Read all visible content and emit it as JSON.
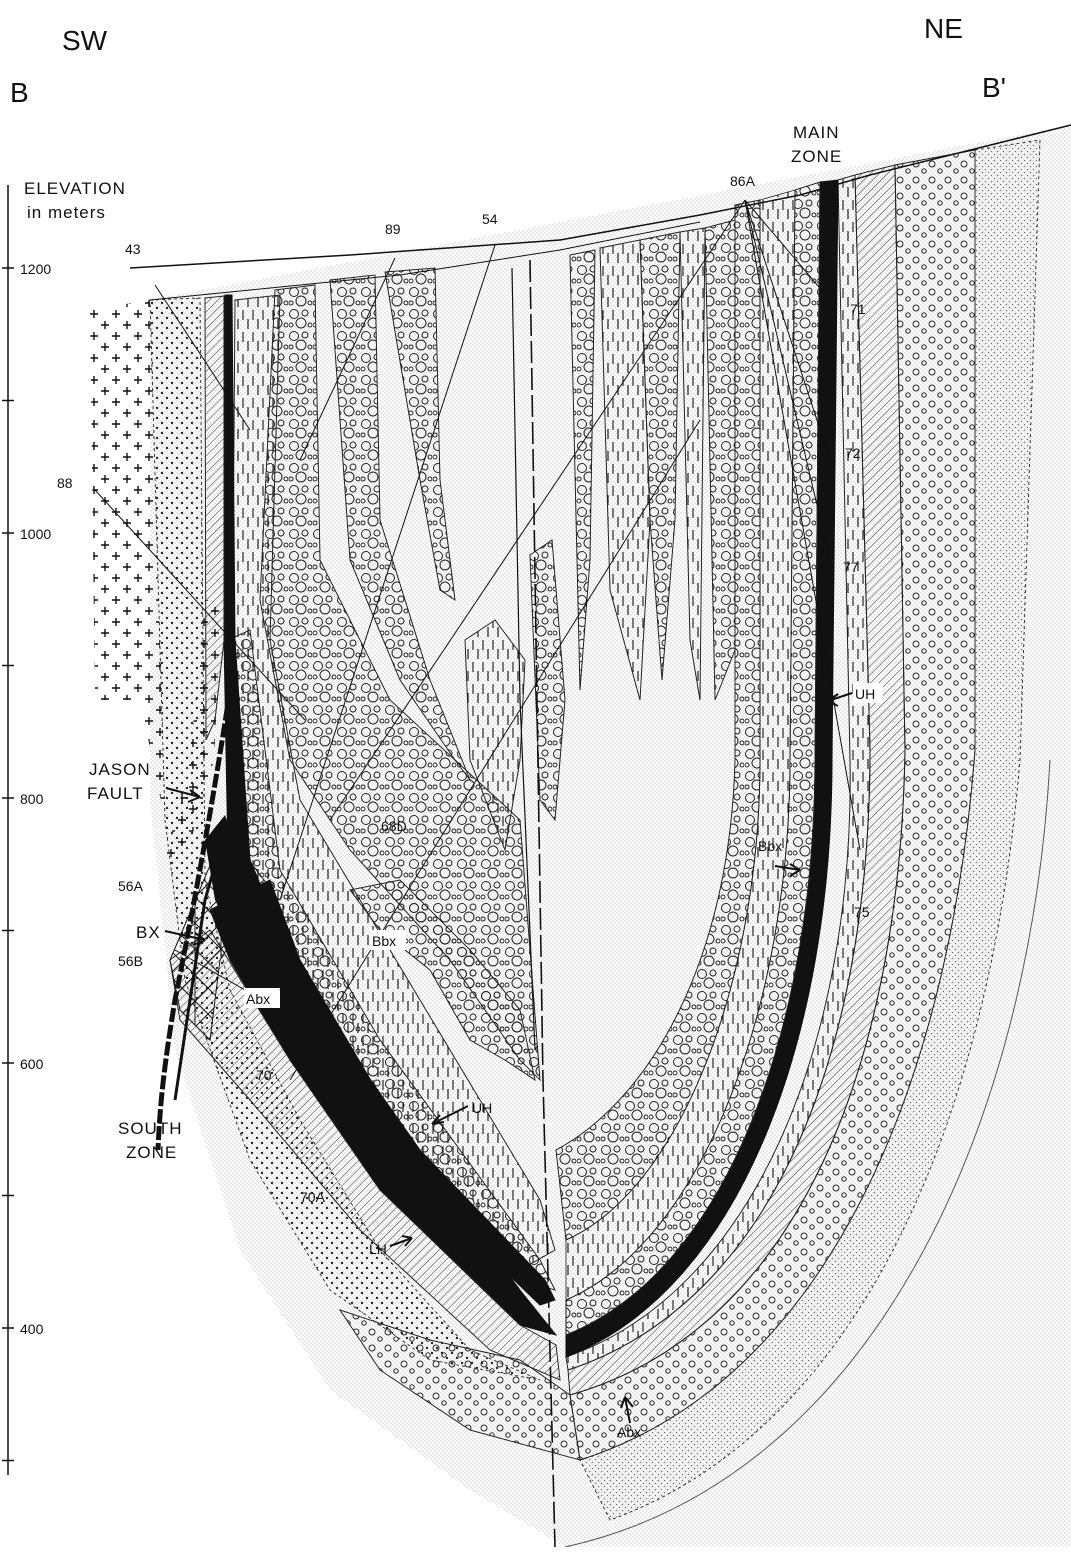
{
  "header": {
    "left_direction": "SW",
    "right_direction": "NE",
    "left_section": "B",
    "right_section": "B'"
  },
  "elevation_axis": {
    "title_line1": "ELEVATION",
    "title_line2": "in meters",
    "ticks": [
      {
        "label": "1200",
        "value": 1200
      },
      {
        "label": "",
        "value": 1100
      },
      {
        "label": "1000",
        "value": 1000
      },
      {
        "label": "",
        "value": 900
      },
      {
        "label": "800",
        "value": 800
      },
      {
        "label": "",
        "value": 700
      },
      {
        "label": "600",
        "value": 600
      },
      {
        "label": "",
        "value": 500
      },
      {
        "label": "400",
        "value": 400
      },
      {
        "label": "",
        "value": 300
      }
    ]
  },
  "drill_holes": {
    "h43": "43",
    "h89": "89",
    "h54": "54",
    "h86a": "86A",
    "h71": "71",
    "h72": "72",
    "h77": "77",
    "h88": "88",
    "h68d": "68D",
    "h75": "75",
    "h56a": "56A",
    "h56b": "56B",
    "h70": "70",
    "h70a": "70A"
  },
  "zones": {
    "main_zone_line1": "MAIN",
    "main_zone_line2": "ZONE",
    "south_zone_line1": "SOUTH",
    "south_zone_line2": "ZONE",
    "jason_fault_line1": "JASON",
    "jason_fault_line2": "FAULT"
  },
  "unit_labels": {
    "uh_right": "UH",
    "bbx_right": "Bbx",
    "bbx_center": "Bbx",
    "abx_left": "Abx",
    "abx_bottom": "Abx",
    "bx": "BX",
    "uh_left": "UH",
    "lh": "LH"
  },
  "colors": {
    "ink": "#111111",
    "stipple": "#9a9a9a",
    "paper": "#ffffff"
  }
}
